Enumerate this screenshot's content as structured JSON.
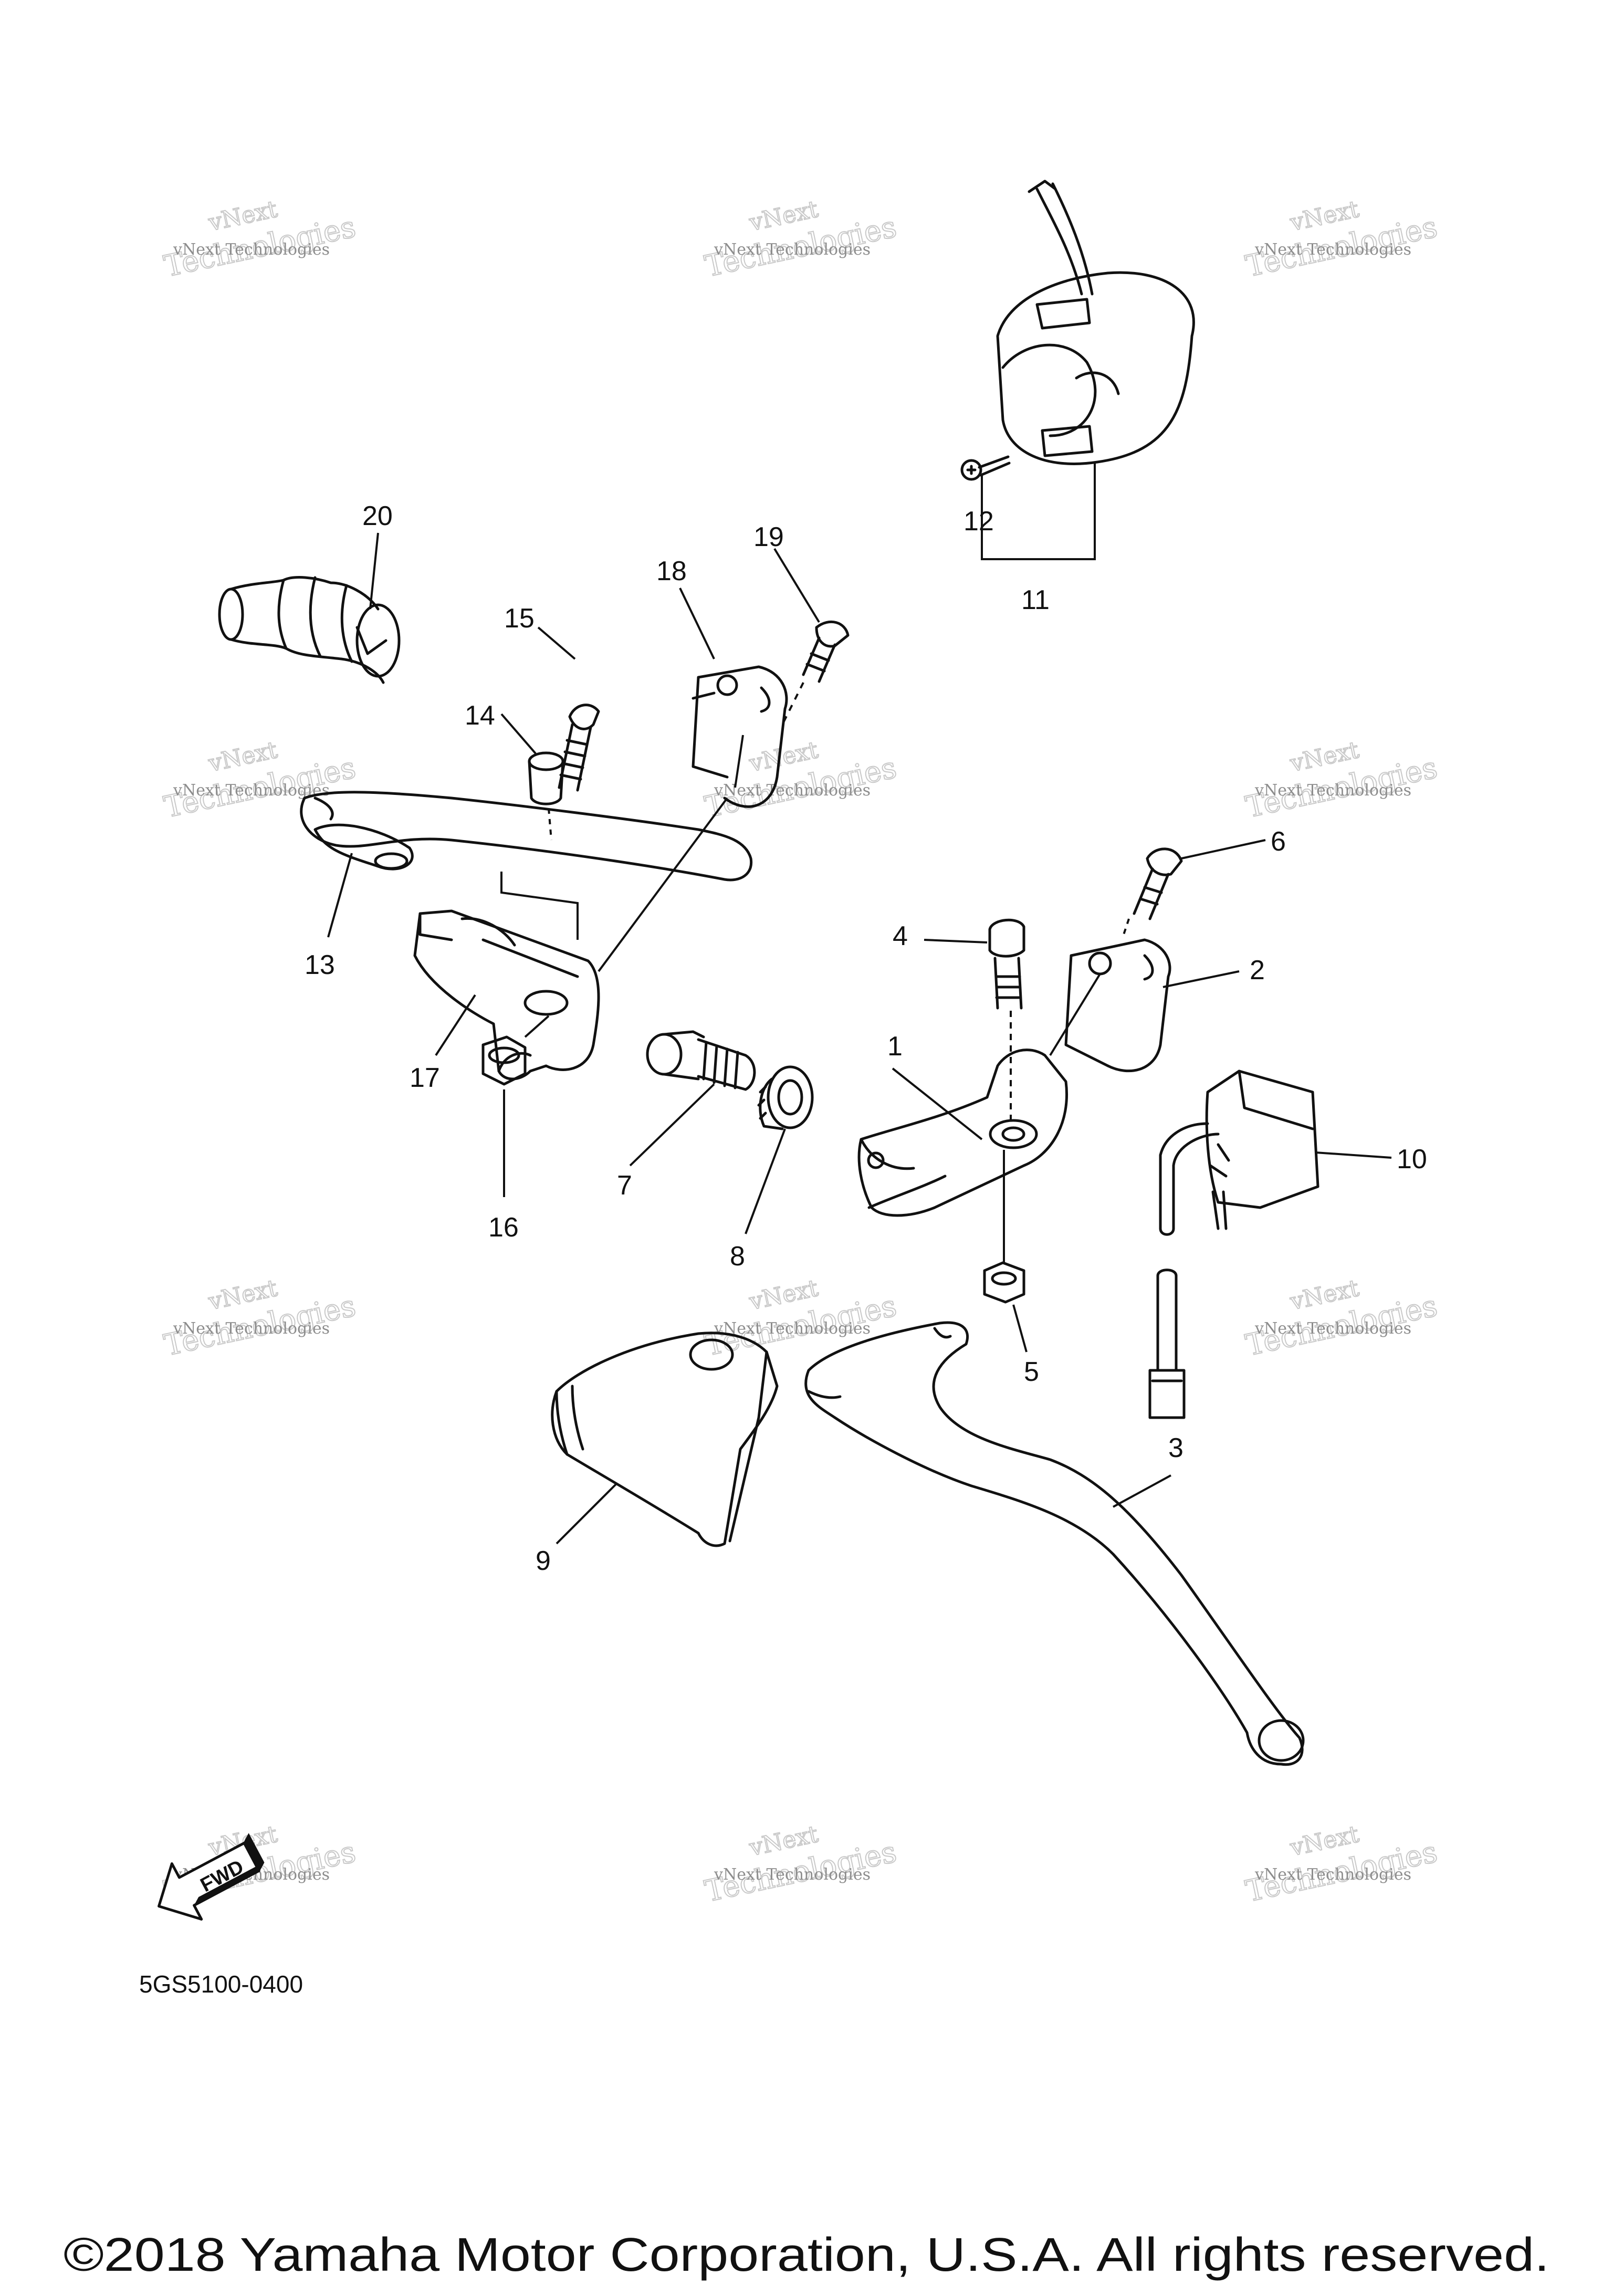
{
  "diagram": {
    "code": "5GS5100-0400",
    "copyright": "©2018 Yamaha Motor Corporation, U.S.A. All rights reserved.",
    "fwd_label": "FWD",
    "callouts": [
      "1",
      "2",
      "3",
      "4",
      "5",
      "6",
      "7",
      "8",
      "9",
      "10",
      "11",
      "12",
      "13",
      "14",
      "15",
      "16",
      "17",
      "18",
      "19",
      "20"
    ]
  },
  "watermark": {
    "small": "vNext Technologies",
    "big_top": "vNext",
    "big_bottom": "Technologies"
  }
}
